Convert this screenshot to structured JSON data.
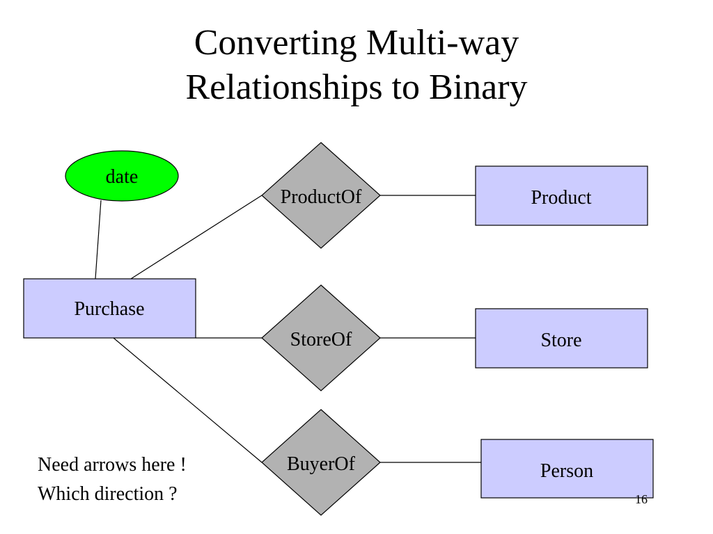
{
  "slide": {
    "title_line1": "Converting Multi-way",
    "title_line2": "Relationships to Binary",
    "page_number": "16"
  },
  "entities": {
    "purchase": "Purchase",
    "product": "Product",
    "store": "Store",
    "person": "Person"
  },
  "attributes": {
    "date": "date"
  },
  "relationships": {
    "product_of": "ProductOf",
    "store_of": "StoreOf",
    "buyer_of": "BuyerOf"
  },
  "note": {
    "line1": "Need arrows here !",
    "line2": "Which direction ?"
  },
  "colors": {
    "entity_fill": "#ccccff",
    "relationship_fill": "#b2b2b2",
    "attribute_fill": "#00ff00"
  }
}
